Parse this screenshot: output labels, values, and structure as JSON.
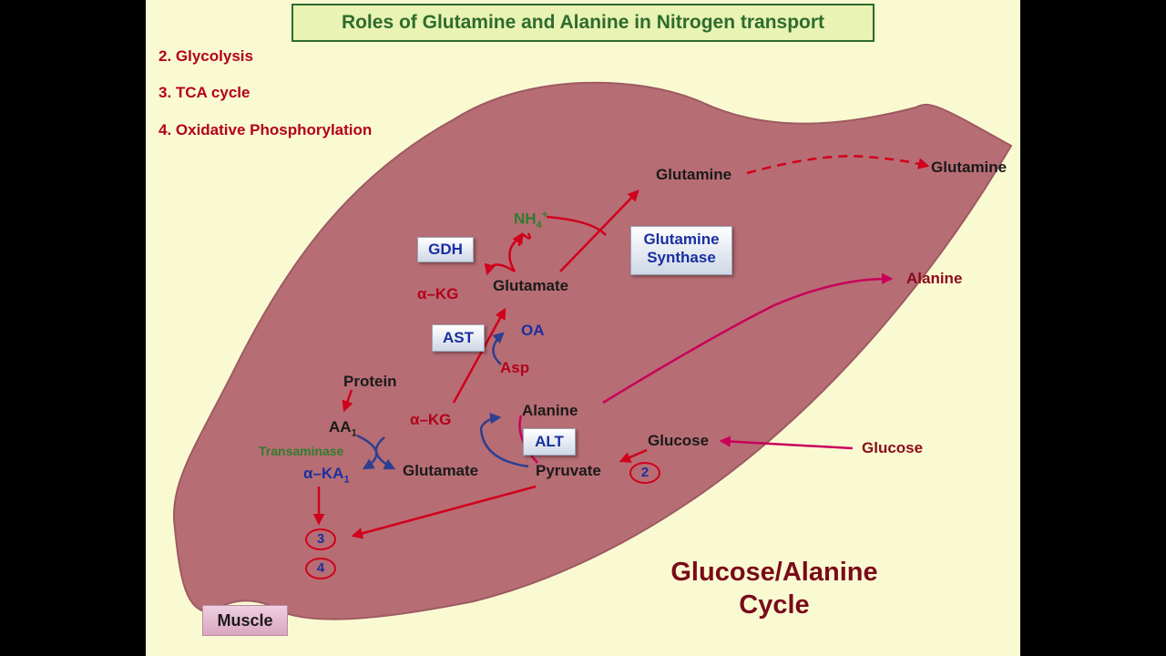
{
  "title": "Roles of Glutamine and Alanine in Nitrogen transport",
  "steps": [
    "2.  Glycolysis",
    "3.  TCA cycle",
    "4.  Oxidative Phosphorylation"
  ],
  "labels": {
    "glutamine_in": "Glutamine",
    "glutamine_out": "Glutamine",
    "nh4": "NH",
    "nh4_sub": "4",
    "nh4_sup": "+",
    "glutamate_top": "Glutamate",
    "akg_top": "α–KG",
    "alanine_out": "Alanine",
    "oa": "OA",
    "asp": "Asp",
    "protein": "Protein",
    "aa1": "AA",
    "aa1_sub": "1",
    "transaminase": "Transaminase",
    "aka1": "α–KA",
    "aka1_sub": "1",
    "akg_bottom": "α–KG",
    "glutamate_bottom": "Glutamate",
    "alanine_in": "Alanine",
    "pyruvate": "Pyruvate",
    "glucose_in": "Glucose",
    "glucose_out": "Glucose"
  },
  "enzymes": {
    "gdh": "GDH",
    "ast": "AST",
    "alt": "ALT",
    "gs_line1": "Glutamine",
    "gs_line2": "Synthase"
  },
  "circles": [
    "2",
    "3",
    "4"
  ],
  "cycle_label_line1": "Glucose/Alanine",
  "cycle_label_line2": "Cycle",
  "tissue_label": "Muscle",
  "colors": {
    "background": "#fafad2",
    "cell": "#b76d74",
    "arrow_red": "#d1001c",
    "arrow_magenta": "#c8005a",
    "arrow_blue": "#2f3f8f"
  }
}
